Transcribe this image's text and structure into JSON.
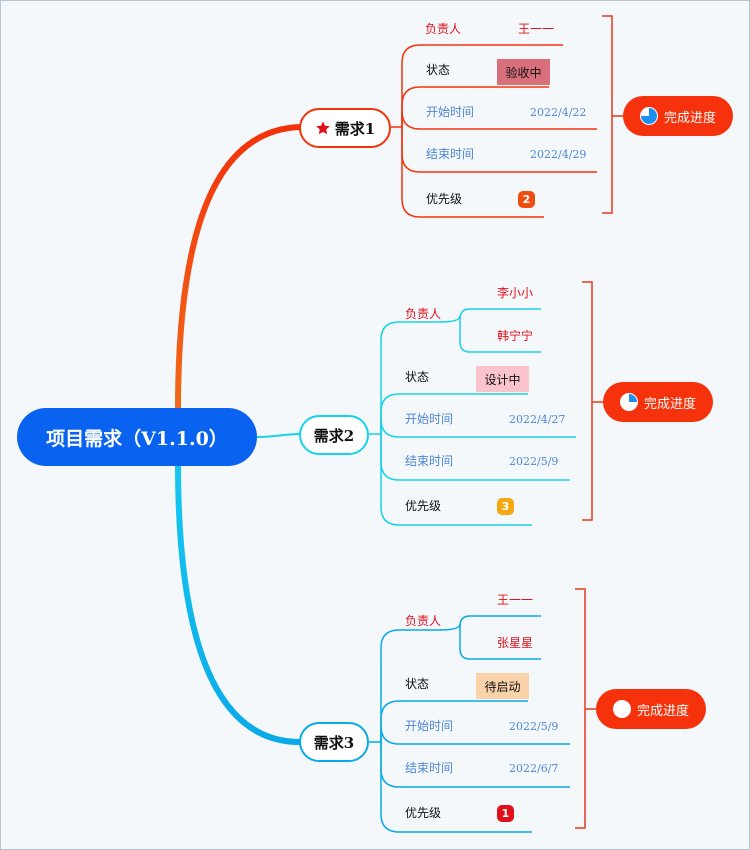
{
  "root": {
    "title": "项目需求（V1.1.0）"
  },
  "progress_label": "完成进度",
  "requirements": [
    {
      "name": "需求1",
      "color": "#f3330b",
      "star": true,
      "owner_label": "负责人",
      "owners": [
        "王一一"
      ],
      "status_label": "状态",
      "status": "验收中",
      "status_color": "#d86f7b",
      "start_label": "开始时间",
      "start": "2022/4/22",
      "end_label": "结束时间",
      "end": "2022/4/29",
      "priority_label": "优先级",
      "priority": "2",
      "priority_color": "#ef4c10",
      "progress": 0.75
    },
    {
      "name": "需求2",
      "color": "#16d2ea",
      "star": false,
      "owner_label": "负责人",
      "owners": [
        "李小小",
        "韩宁宁"
      ],
      "status_label": "状态",
      "status": "设计中",
      "status_color": "#fbc3cc",
      "start_label": "开始时间",
      "start": "2022/4/27",
      "end_label": "结束时间",
      "end": "2022/5/9",
      "priority_label": "优先级",
      "priority": "3",
      "priority_color": "#f5a812",
      "progress": 0.25
    },
    {
      "name": "需求3",
      "color": "#0aa9e8",
      "star": false,
      "owner_label": "负责人",
      "owners": [
        "王一一",
        "张星星"
      ],
      "status_label": "状态",
      "status": "待启动",
      "status_color": "#fbd3aa",
      "start_label": "开始时间",
      "start": "2022/5/9",
      "end_label": "结束时间",
      "end": "2022/6/7",
      "priority_label": "优先级",
      "priority": "1",
      "priority_color": "#e0101b",
      "progress": 0
    }
  ]
}
